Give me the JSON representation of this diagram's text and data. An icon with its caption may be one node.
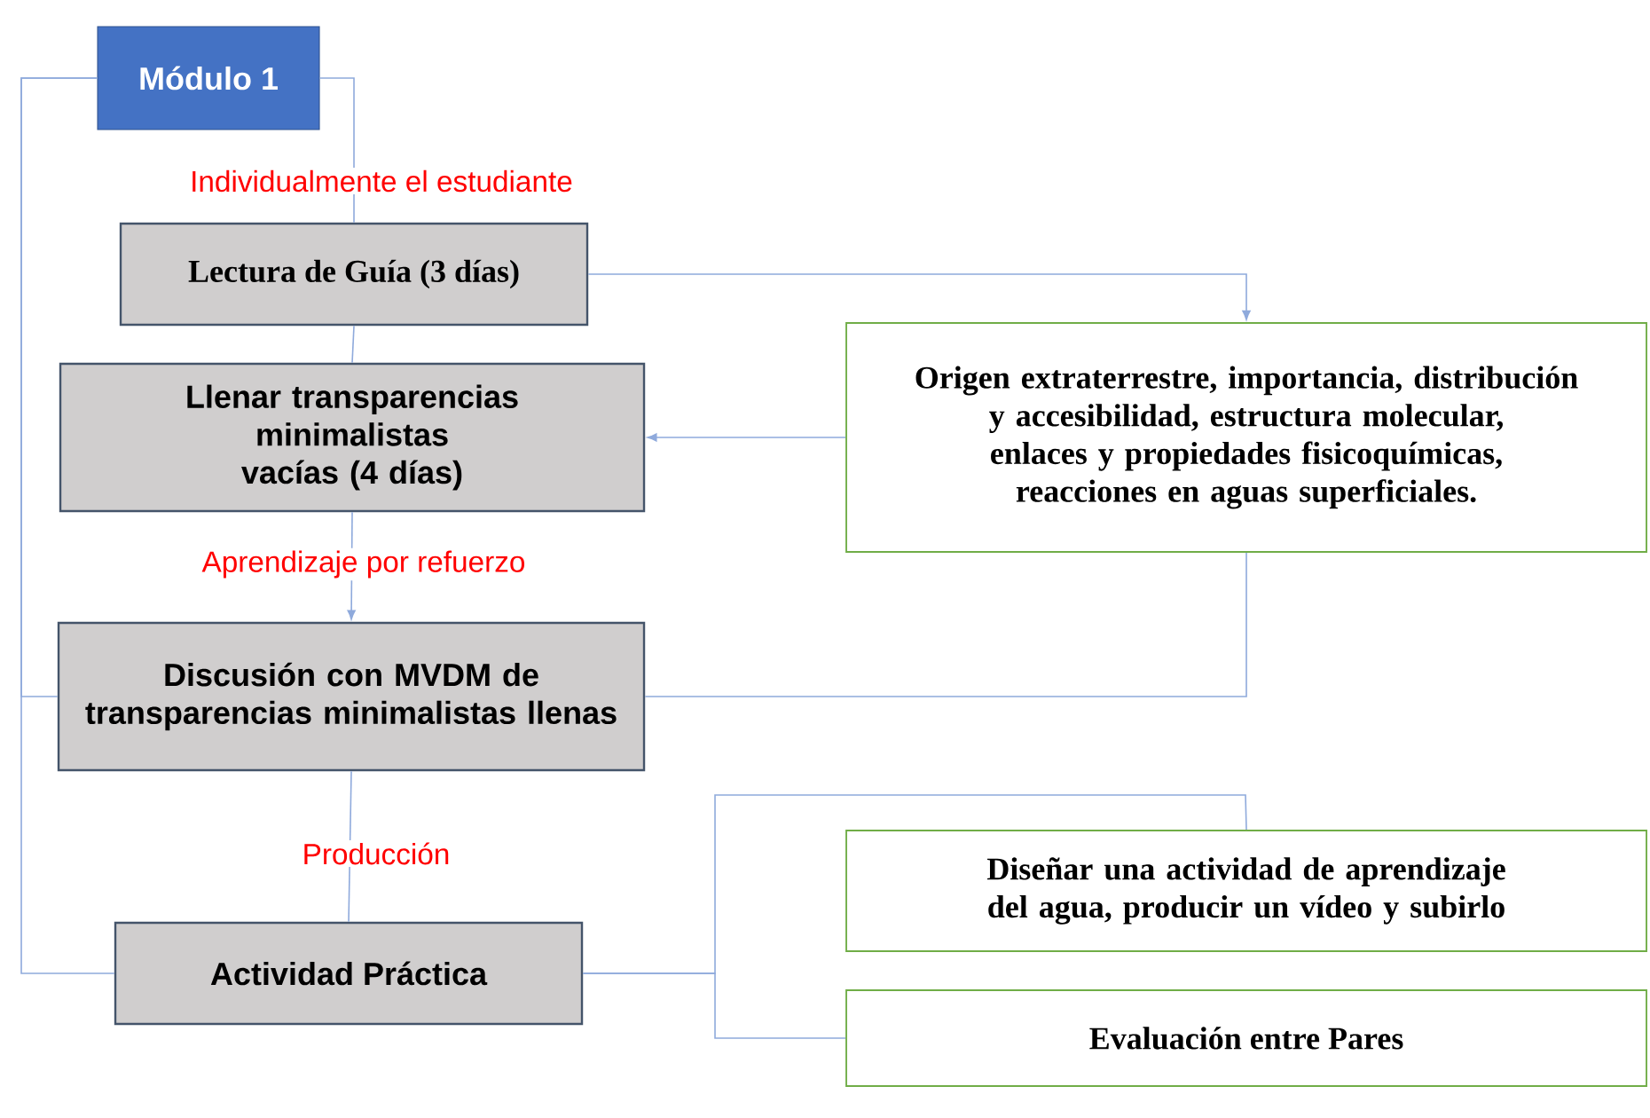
{
  "diagram": {
    "nodes": [
      {
        "text": [
          "Módulo 1"
        ]
      },
      {
        "text": [
          "Lectura de Guía (3 días)"
        ]
      },
      {
        "text": [
          "Llenar transparencias minimalistas vacías (4 días)"
        ]
      },
      {
        "text": [
          "Origen extraterrestre, importancia, distribución y accesibilidad, estructura molecular, enlaces y propiedades fisicoquímicas, reacciones en aguas superficiales."
        ]
      },
      {
        "text": [
          "Discusión con MVDM de transparencias minimalistas llenas"
        ]
      },
      {
        "text": [
          "Actividad Práctica"
        ]
      },
      {
        "text": [
          "Diseñar una actividad de aprendizaje del agua, producir un vídeo y subirlo"
        ]
      },
      {
        "text": [
          "Evaluación entre Pares"
        ]
      }
    ],
    "edges": [
      {
        "from": 0,
        "to": 1,
        "arrow": "none",
        "label": "Individualmente el estudiante"
      },
      {
        "from": 1,
        "to": 2,
        "arrow": "none"
      },
      {
        "from": 2,
        "to": 4,
        "arrow": "to",
        "label": "Aprendizaje por refuerzo"
      },
      {
        "from": 4,
        "to": 5,
        "arrow": "none",
        "label": "Producción"
      },
      {
        "from": 0,
        "to": 4,
        "arrow": "none"
      },
      {
        "from": 0,
        "to": 5,
        "arrow": "none"
      },
      {
        "from": 1,
        "to": 3,
        "arrow": "to"
      },
      {
        "from": 3,
        "to": 2,
        "arrow": "to"
      },
      {
        "from": 3,
        "to": 4,
        "arrow": "none"
      },
      {
        "from": 5,
        "to": 6,
        "arrow": "none"
      },
      {
        "from": 5,
        "to": 7,
        "arrow": "none"
      }
    ]
  }
}
